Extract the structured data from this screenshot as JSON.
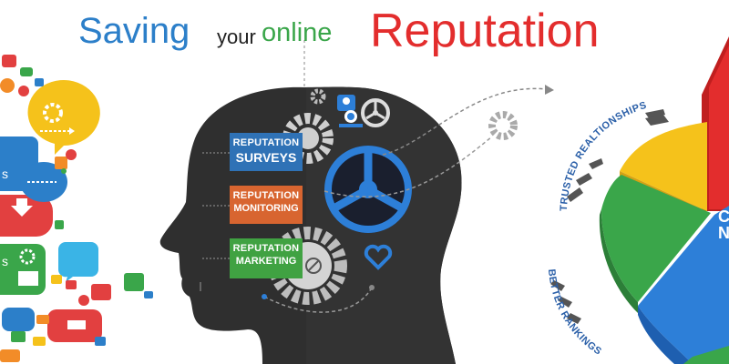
{
  "headline": {
    "word1": "Saving",
    "word2": "your",
    "word3": "online",
    "word4": "Reputation"
  },
  "tags": {
    "surveys": {
      "line1": "REPUTATION",
      "line2": "SURVEYS"
    },
    "monitoring": {
      "line1": "REPUTATION",
      "line2": "MONITORING"
    },
    "marketing": {
      "line1": "REPUTATION",
      "line2": "MARKETING"
    }
  },
  "arc_labels": {
    "top": "TRUSTED REALTIONSHIPS",
    "bottom": "BETTER RANKINGS"
  },
  "pie_text": {
    "line1": "C",
    "line2": "N"
  },
  "colors": {
    "blue": "#2c7fc9",
    "green": "#3aa64a",
    "red": "#e32d2d",
    "orange": "#d86530",
    "yellow": "#f5c21b",
    "head": "#2f2f2f"
  },
  "icons": [
    "gear-icon",
    "user-search-icon",
    "steering-wheel-icon",
    "heart-icon",
    "chat-bubble-icon",
    "arrow-icon"
  ]
}
